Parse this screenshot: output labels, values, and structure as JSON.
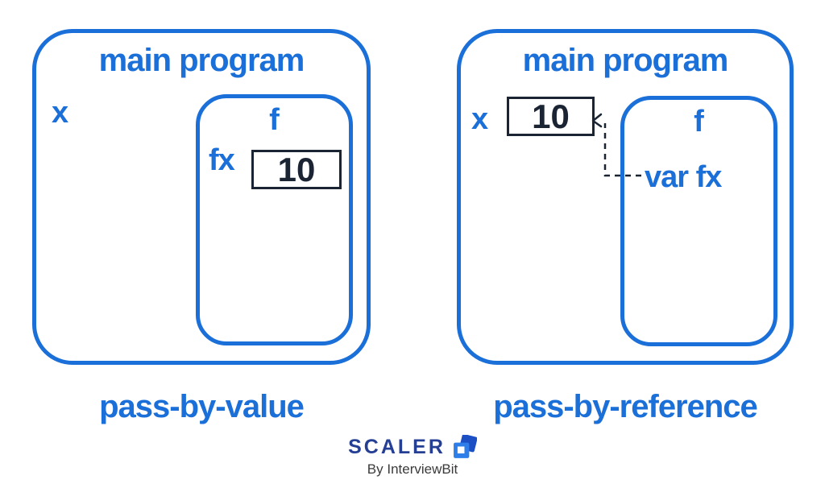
{
  "palette": {
    "blue": "#1b6fd8",
    "navy": "#1a2433",
    "logo_navy": "#253f94",
    "logo_blue": "#2e7ee9",
    "text_gray": "#3b3b3b"
  },
  "left_diagram": {
    "title": "main program",
    "outer_var": "x",
    "function_label": "f",
    "param_label": "fx",
    "value": "10",
    "caption": "pass-by-value"
  },
  "right_diagram": {
    "title": "main program",
    "outer_var": "x",
    "value": "10",
    "function_label": "f",
    "param_label": "var fx",
    "caption": "pass-by-reference"
  },
  "footer": {
    "brand": "SCALER",
    "byline": "By InterviewBit"
  }
}
